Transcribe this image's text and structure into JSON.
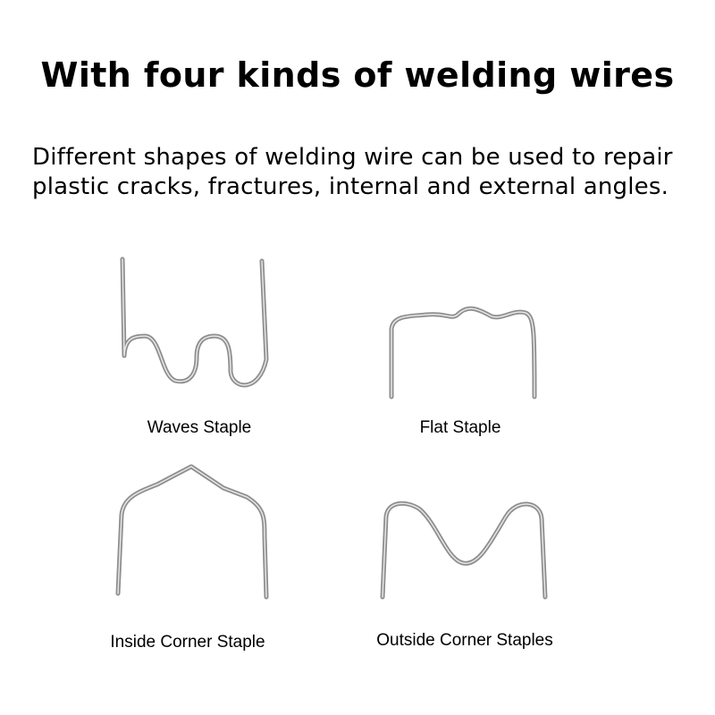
{
  "heading": "With four kinds of welding wires",
  "description": {
    "line1": "Different shapes of welding wire can be used to repair",
    "line2": "plastic cracks, fractures, internal and external angles."
  },
  "staples": [
    {
      "label": "Waves Staple",
      "icon": "waves-staple-icon"
    },
    {
      "label": "Flat Staple",
      "icon": "flat-staple-icon"
    },
    {
      "label": "Inside Corner Staple",
      "icon": "inside-corner-staple-icon"
    },
    {
      "label": "Outside Corner Staples",
      "icon": "outside-corner-staples-icon"
    }
  ],
  "colors": {
    "wire": "#8e8e8e",
    "wire_highlight": "#e6e6e6",
    "text": "#000000",
    "background": "#ffffff"
  }
}
